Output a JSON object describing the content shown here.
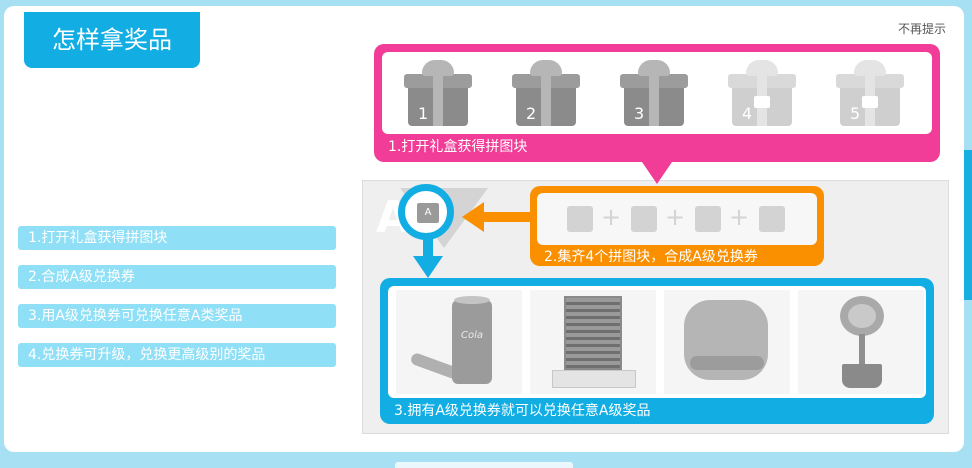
{
  "header": {
    "title": "怎样拿奖品",
    "dismiss_label": "不再提示"
  },
  "steps_list": [
    "1.打开礼盒获得拼图块",
    "2.合成A级兑换券",
    "3.用A级兑换券可兑换任意A类奖品",
    "4.兑换券可升级，兑换更高级别的奖品"
  ],
  "diagram": {
    "gifts": [
      {
        "number": "1",
        "locked": false,
        "icon": "gift-box-icon"
      },
      {
        "number": "2",
        "locked": false,
        "icon": "gift-box-icon"
      },
      {
        "number": "3",
        "locked": false,
        "icon": "gift-box-icon"
      },
      {
        "number": "4",
        "locked": true,
        "icon": "locked-gift-box-icon"
      },
      {
        "number": "5",
        "locked": true,
        "icon": "locked-gift-box-icon"
      }
    ],
    "gift_caption": "1.打开礼盒获得拼图块",
    "puzzle_caption": "2.集齐4个拼图块，合成A级兑换券",
    "prize_caption": "3.拥有A级兑换券就可以兑换任意A级奖品",
    "grade_letter": "A",
    "ticket_letter": "A",
    "plus_symbol": "+",
    "prizes": [
      {
        "icon": "cola-can-icon",
        "label": "Cola"
      },
      {
        "icon": "building-blocks-icon"
      },
      {
        "icon": "cushion-icon"
      },
      {
        "icon": "sunflower-toy-icon"
      }
    ],
    "colors": {
      "pink": "#f13d97",
      "orange": "#fa8f00",
      "blue": "#12aee3"
    }
  }
}
